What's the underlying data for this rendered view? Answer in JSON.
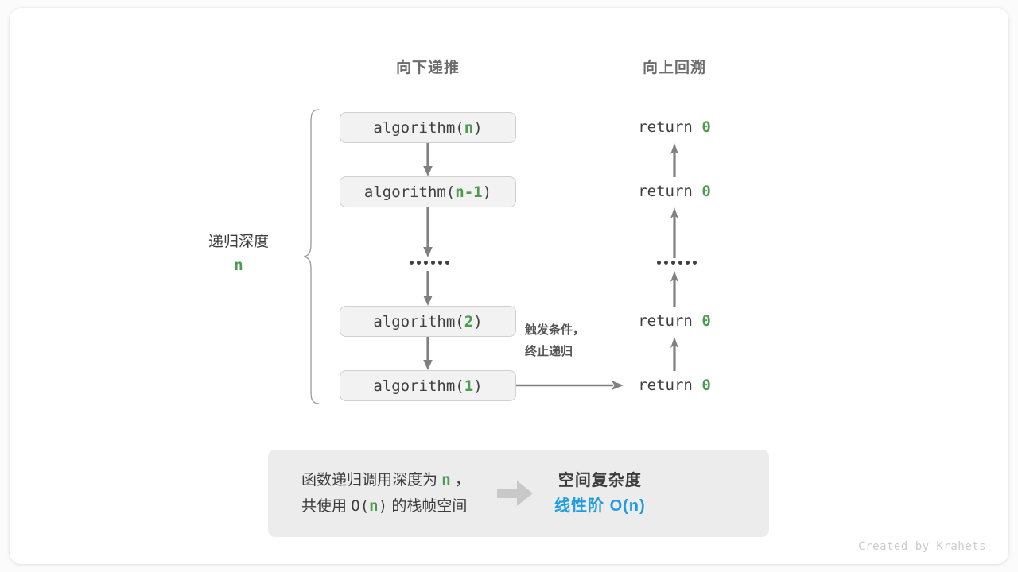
{
  "diagram": {
    "headers": {
      "left": "向下递推",
      "right": "向上回溯"
    },
    "depth_label": {
      "text": "递归深度",
      "value": "n"
    },
    "call_stack": [
      {
        "name": "algorithm(",
        "arg": "n",
        "close": ")"
      },
      {
        "name": "algorithm(",
        "arg": "n-1",
        "close": ")"
      },
      {
        "name": "algorithm(",
        "arg": "2",
        "close": ")"
      },
      {
        "name": "algorithm(",
        "arg": "1",
        "close": ")"
      }
    ],
    "ellipsis_dots": 6,
    "returns": [
      {
        "keyword": "return",
        "value": "0"
      },
      {
        "keyword": "return",
        "value": "0"
      },
      {
        "keyword": "return",
        "value": "0"
      },
      {
        "keyword": "return",
        "value": "0"
      }
    ],
    "trigger_note": {
      "line1": "触发条件，",
      "line2": "终止递归"
    },
    "summary": {
      "left_line1_pre": "函数递归调用深度为 ",
      "left_line1_var": "n",
      "left_line1_post": " ，",
      "left_line2_pre": "共使用 ",
      "left_line2_mono_open": "O(",
      "left_line2_var": "n",
      "left_line2_mono_close": ")",
      "left_line2_post": " 的栈帧空间",
      "right_title": "空间复杂度",
      "right_value": "线性阶 O(n)"
    },
    "footer": "Created by Krahets",
    "colors": {
      "accent_green": "#4e9a4e",
      "accent_blue": "#1f9ce0",
      "text_dark": "#3c3c3c",
      "text_muted": "#6d6d6d",
      "box_fill": "#f2f2f2",
      "box_border": "#d0d0d0",
      "panel_fill": "#ececec",
      "arrow_gray": "#808080",
      "block_arrow": "#c8c8c8",
      "footer_gray": "#cccccc"
    }
  }
}
